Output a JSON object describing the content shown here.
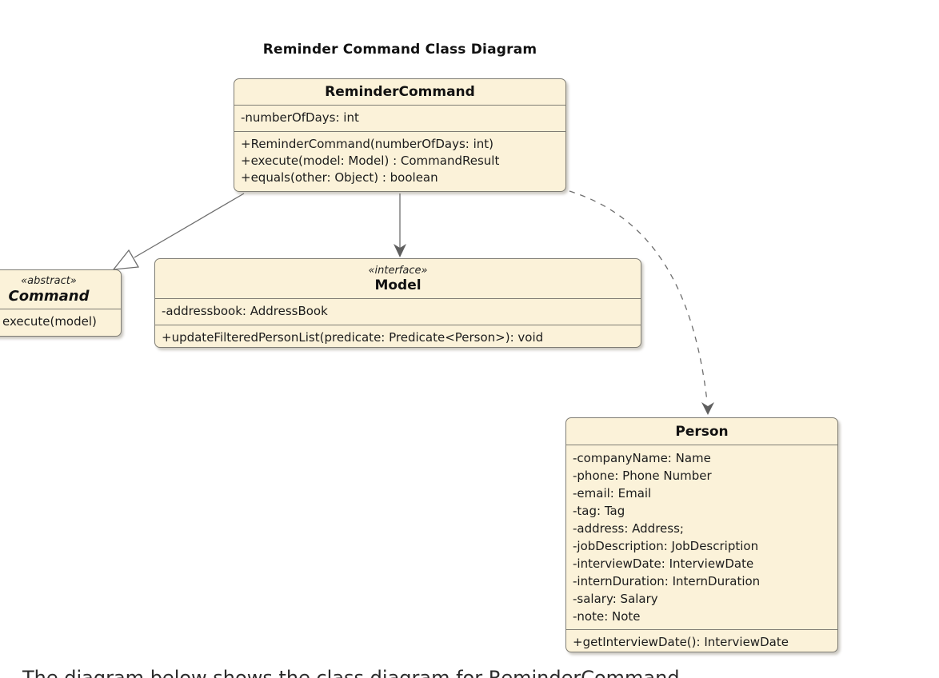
{
  "diagram": {
    "title": "Reminder Command Class Diagram",
    "colors": {
      "box_fill": "#fbf2d9",
      "box_border": "#7f7d74",
      "connector": "#6e6e6e",
      "background": "#ffffff",
      "text": "#1c1c1c"
    },
    "classes": {
      "reminder_command": {
        "name": "ReminderCommand",
        "attributes": [
          "-numberOfDays: int"
        ],
        "methods": [
          "+ReminderCommand(numberOfDays: int)",
          "+execute(model: Model) : CommandResult",
          "+equals(other: Object) : boolean"
        ]
      },
      "command": {
        "stereotype": "«abstract»",
        "name": "Command",
        "methods": [
          "execute(model)"
        ]
      },
      "model": {
        "stereotype": "«interface»",
        "name": "Model",
        "attributes": [
          "-addressbook: AddressBook"
        ],
        "methods": [
          "+updateFilteredPersonList(predicate: Predicate<Person>): void"
        ]
      },
      "person": {
        "name": "Person",
        "attributes": [
          "-companyName: Name",
          "-phone: Phone Number",
          "-email: Email",
          "-tag: Tag",
          "-address: Address;",
          "-jobDescription: JobDescription",
          "-interviewDate: InterviewDate",
          "-internDuration: InternDuration",
          "-salary: Salary",
          "-note: Note"
        ],
        "methods": [
          "+getInterviewDate(): InterviewDate"
        ]
      }
    },
    "relationships": [
      {
        "from": "ReminderCommand",
        "to": "Command",
        "type": "inheritance",
        "line": "solid",
        "arrowhead": "hollow-triangle"
      },
      {
        "from": "ReminderCommand",
        "to": "Model",
        "type": "dependency",
        "line": "solid",
        "arrowhead": "open-vee"
      },
      {
        "from": "ReminderCommand",
        "to": "Person",
        "type": "dependency",
        "line": "dashed",
        "arrowhead": "open-vee"
      }
    ]
  },
  "caption": {
    "text": "The diagram below shows the class diagram for ReminderCommand"
  }
}
